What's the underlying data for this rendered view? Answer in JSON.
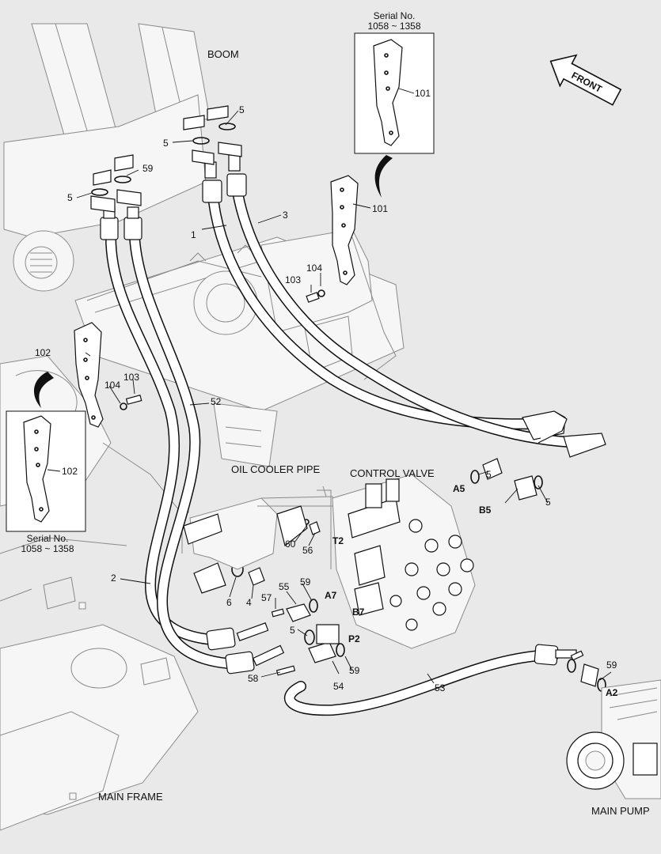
{
  "diagram": {
    "serial_top": {
      "line1": "Serial No.",
      "line2": "1058 ~ 1358"
    },
    "serial_left": {
      "line1": "Serial No.",
      "line2": "1058 ~ 1358"
    },
    "names": {
      "boom": "BOOM",
      "front": "FRONT",
      "oil_cooler_pipe": "OIL COOLER PIPE",
      "control_valve": "CONTROL VALVE",
      "main_frame": "MAIN FRAME",
      "main_pump": "MAIN PUMP"
    },
    "ports": {
      "a5": "A5",
      "b5": "B5",
      "t2": "T2",
      "a7": "A7",
      "b7": "B7",
      "p2": "P2",
      "a2": "A2"
    },
    "callouts": {
      "c101_box": "101",
      "c101": "101",
      "c102_box": "102",
      "c102": "102",
      "c103_right": "103",
      "c104_right": "104",
      "c103_left": "103",
      "c104_left": "104",
      "c1": "1",
      "c2": "2",
      "c3": "3",
      "c4": "4",
      "c6": "6",
      "c5_a": "5",
      "c5_b": "5",
      "c5_c": "5",
      "c5_d": "5",
      "c5_e": "5",
      "c5_f": "5",
      "c59_a": "59",
      "c59_b": "59",
      "c59_c": "59",
      "c59_d": "59",
      "c52": "52",
      "c53": "53",
      "c54": "54",
      "c55": "55",
      "c56": "56",
      "c57": "57",
      "c58": "58",
      "c60": "60"
    }
  }
}
